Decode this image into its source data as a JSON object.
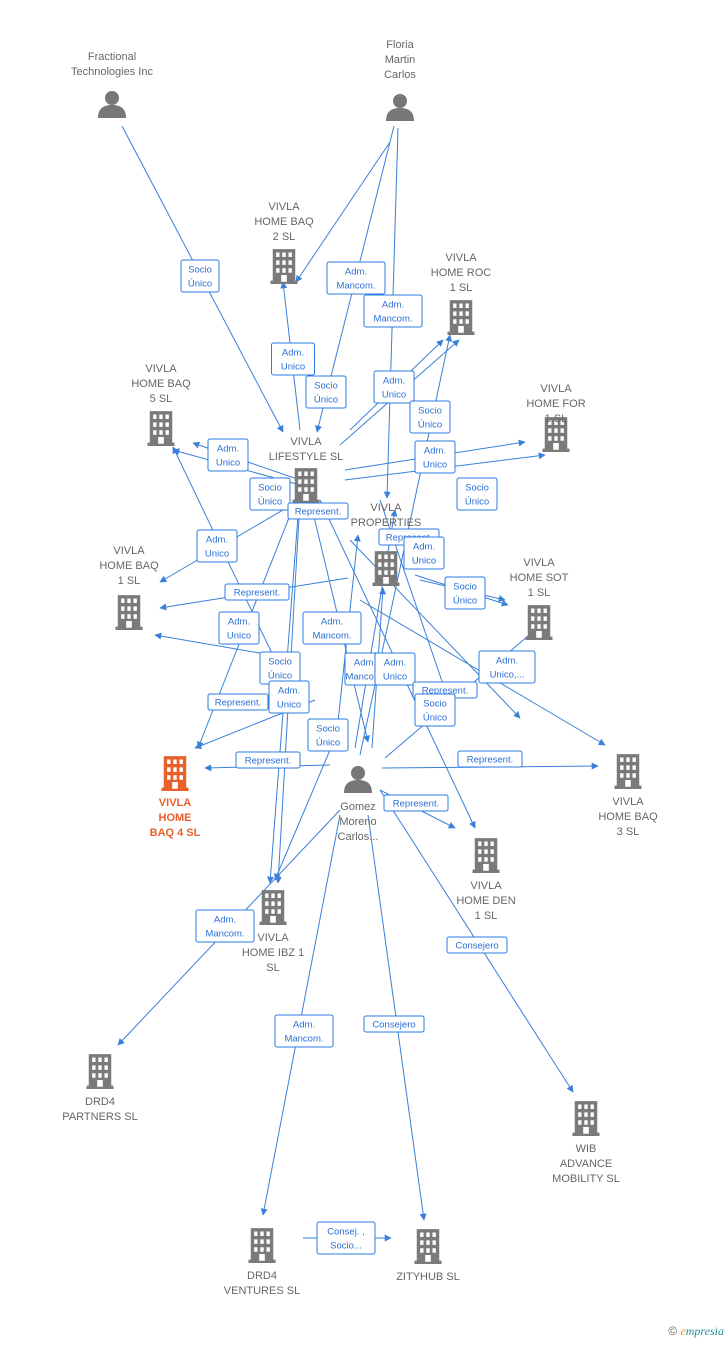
{
  "colors": {
    "edge": "#3a80d9",
    "company": "#7a7a7a",
    "main_company": "#e8602c",
    "person": "#777777"
  },
  "nodes": [
    {
      "id": "fractional",
      "kind": "person",
      "label": [
        "Fractional",
        "Technologies Inc"
      ]
    },
    {
      "id": "floria",
      "kind": "person",
      "label": [
        "Floria",
        "Martin",
        "Carlos"
      ]
    },
    {
      "id": "gomez",
      "kind": "person",
      "label": [
        "Gomez",
        "Moreno",
        "Carlos..."
      ]
    },
    {
      "id": "baq2",
      "kind": "company",
      "label": [
        "VIVLA",
        "HOME BAQ",
        "2  SL"
      ]
    },
    {
      "id": "roc1",
      "kind": "company",
      "label": [
        "VIVLA",
        "HOME ROC",
        "1  SL"
      ]
    },
    {
      "id": "baq5",
      "kind": "company",
      "label": [
        "VIVLA",
        "HOME BAQ",
        "5  SL"
      ]
    },
    {
      "id": "for1",
      "kind": "company",
      "label": [
        "VIVLA",
        "HOME FOR",
        "1  SL"
      ]
    },
    {
      "id": "lifestyle",
      "kind": "company",
      "label": [
        "VIVLA",
        "LIFESTYLE  SL"
      ]
    },
    {
      "id": "properties",
      "kind": "company",
      "label": [
        "VIVLA",
        "PROPERTIES"
      ]
    },
    {
      "id": "baq1",
      "kind": "company",
      "label": [
        "VIVLA",
        "HOME BAQ",
        "1  SL"
      ]
    },
    {
      "id": "sot1",
      "kind": "company",
      "label": [
        "VIVLA",
        "HOME SOT",
        "1  SL"
      ]
    },
    {
      "id": "baq4",
      "kind": "company",
      "main": true,
      "label": [
        "VIVLA",
        "HOME",
        "BAQ 4  SL"
      ]
    },
    {
      "id": "baq3",
      "kind": "company",
      "label": [
        "VIVLA",
        "HOME BAQ",
        "3  SL"
      ]
    },
    {
      "id": "den1",
      "kind": "company",
      "label": [
        "VIVLA",
        "HOME DEN",
        "1  SL"
      ]
    },
    {
      "id": "ibz1",
      "kind": "company",
      "label": [
        "VIVLA",
        "HOME IBZ 1",
        "SL"
      ]
    },
    {
      "id": "drd4p",
      "kind": "company",
      "label": [
        "DRD4",
        "PARTNERS  SL"
      ]
    },
    {
      "id": "wib",
      "kind": "company",
      "label": [
        "WIB",
        "ADVANCE",
        "MOBILITY  SL"
      ]
    },
    {
      "id": "drd4v",
      "kind": "company",
      "label": [
        "DRD4",
        "VENTURES  SL"
      ]
    },
    {
      "id": "zityhub",
      "kind": "company",
      "label": [
        "ZITYHUB  SL"
      ]
    }
  ],
  "relations": [
    [
      "Socio",
      "Único"
    ],
    [
      "Adm.",
      "Mancom."
    ],
    [
      "Adm.",
      "Mancom."
    ],
    [
      "Adm.",
      "Unico"
    ],
    [
      "Socio",
      "Único"
    ],
    [
      "Adm.",
      "Unico"
    ],
    [
      "Socio",
      "Único"
    ],
    [
      "Adm.",
      "Unico"
    ],
    [
      "Adm.",
      "Unico"
    ],
    [
      "Socio",
      "Único"
    ],
    [
      "Socio",
      "Único"
    ],
    [
      "Represent."
    ],
    [
      "Adm.",
      "Unico"
    ],
    [
      "Represent."
    ],
    [
      "Adm.",
      "Unico"
    ],
    [
      "Represent."
    ],
    [
      "Socio",
      "Único"
    ],
    [
      "Adm.",
      "Unico"
    ],
    [
      "Adm.",
      "Mancom."
    ],
    [
      "Adm.",
      "Unico,..."
    ],
    [
      "Socio",
      "Único"
    ],
    [
      "Adm.",
      "Mancom."
    ],
    [
      "Adm.",
      "Unico"
    ],
    [
      "Adm.",
      "Unico"
    ],
    [
      "Represent."
    ],
    [
      "Represent."
    ],
    [
      "Socio",
      "Único"
    ],
    [
      "Socio",
      "Único"
    ],
    [
      "Represent."
    ],
    [
      "Represent."
    ],
    [
      "Represent."
    ],
    [
      "Adm.",
      "Mancom."
    ],
    [
      "Consejero"
    ],
    [
      "Adm.",
      "Mancom."
    ],
    [
      "Consejero"
    ],
    [
      "Consej. ,",
      "Socio..."
    ]
  ],
  "footer": {
    "copyright": "©",
    "brand_first": "e",
    "brand_rest": "mpresia"
  }
}
